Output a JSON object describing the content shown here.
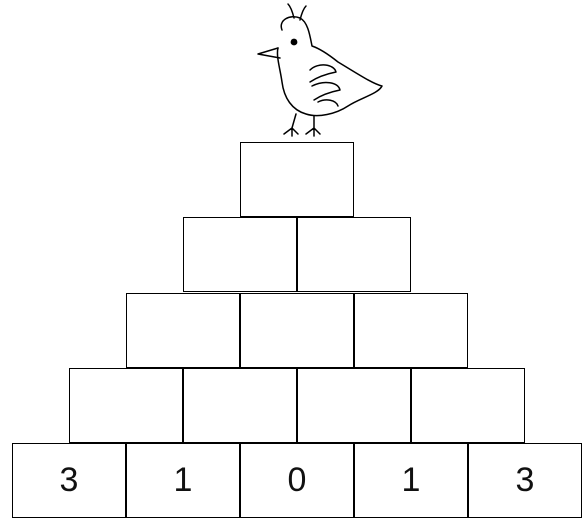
{
  "pyramid": {
    "rows": [
      [
        "3",
        "1",
        "0",
        "1",
        "3"
      ],
      [
        "",
        "",
        "",
        ""
      ],
      [
        "",
        "",
        ""
      ],
      [
        "",
        ""
      ],
      [
        ""
      ]
    ]
  }
}
